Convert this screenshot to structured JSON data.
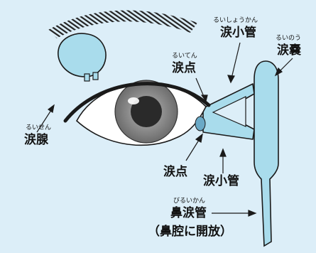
{
  "labels": {
    "lacrimal_gland": {
      "text": "涙腺",
      "ruby": "るいせん"
    },
    "punctum_upper": {
      "text": "涙点",
      "ruby": "るいてん"
    },
    "canaliculus_upper": {
      "text": "涙小管",
      "ruby": "るいしょうかん"
    },
    "sac": {
      "text": "涙嚢",
      "ruby": "るいのう"
    },
    "punctum_lower": {
      "text": "涙点"
    },
    "canaliculus_lower": {
      "text": "涙小管"
    },
    "duct": {
      "text": "鼻涙管",
      "ruby": "びるいかん"
    },
    "duct_note": {
      "text": "（鼻腔に開放）"
    }
  },
  "colors": {
    "background": "#dceef8",
    "organ_fill": "#a9dcec",
    "outline": "#1a1a1a",
    "sclera": "#ffffff",
    "iris": "#8a8a8a",
    "pupil": "#2a2a2a"
  }
}
